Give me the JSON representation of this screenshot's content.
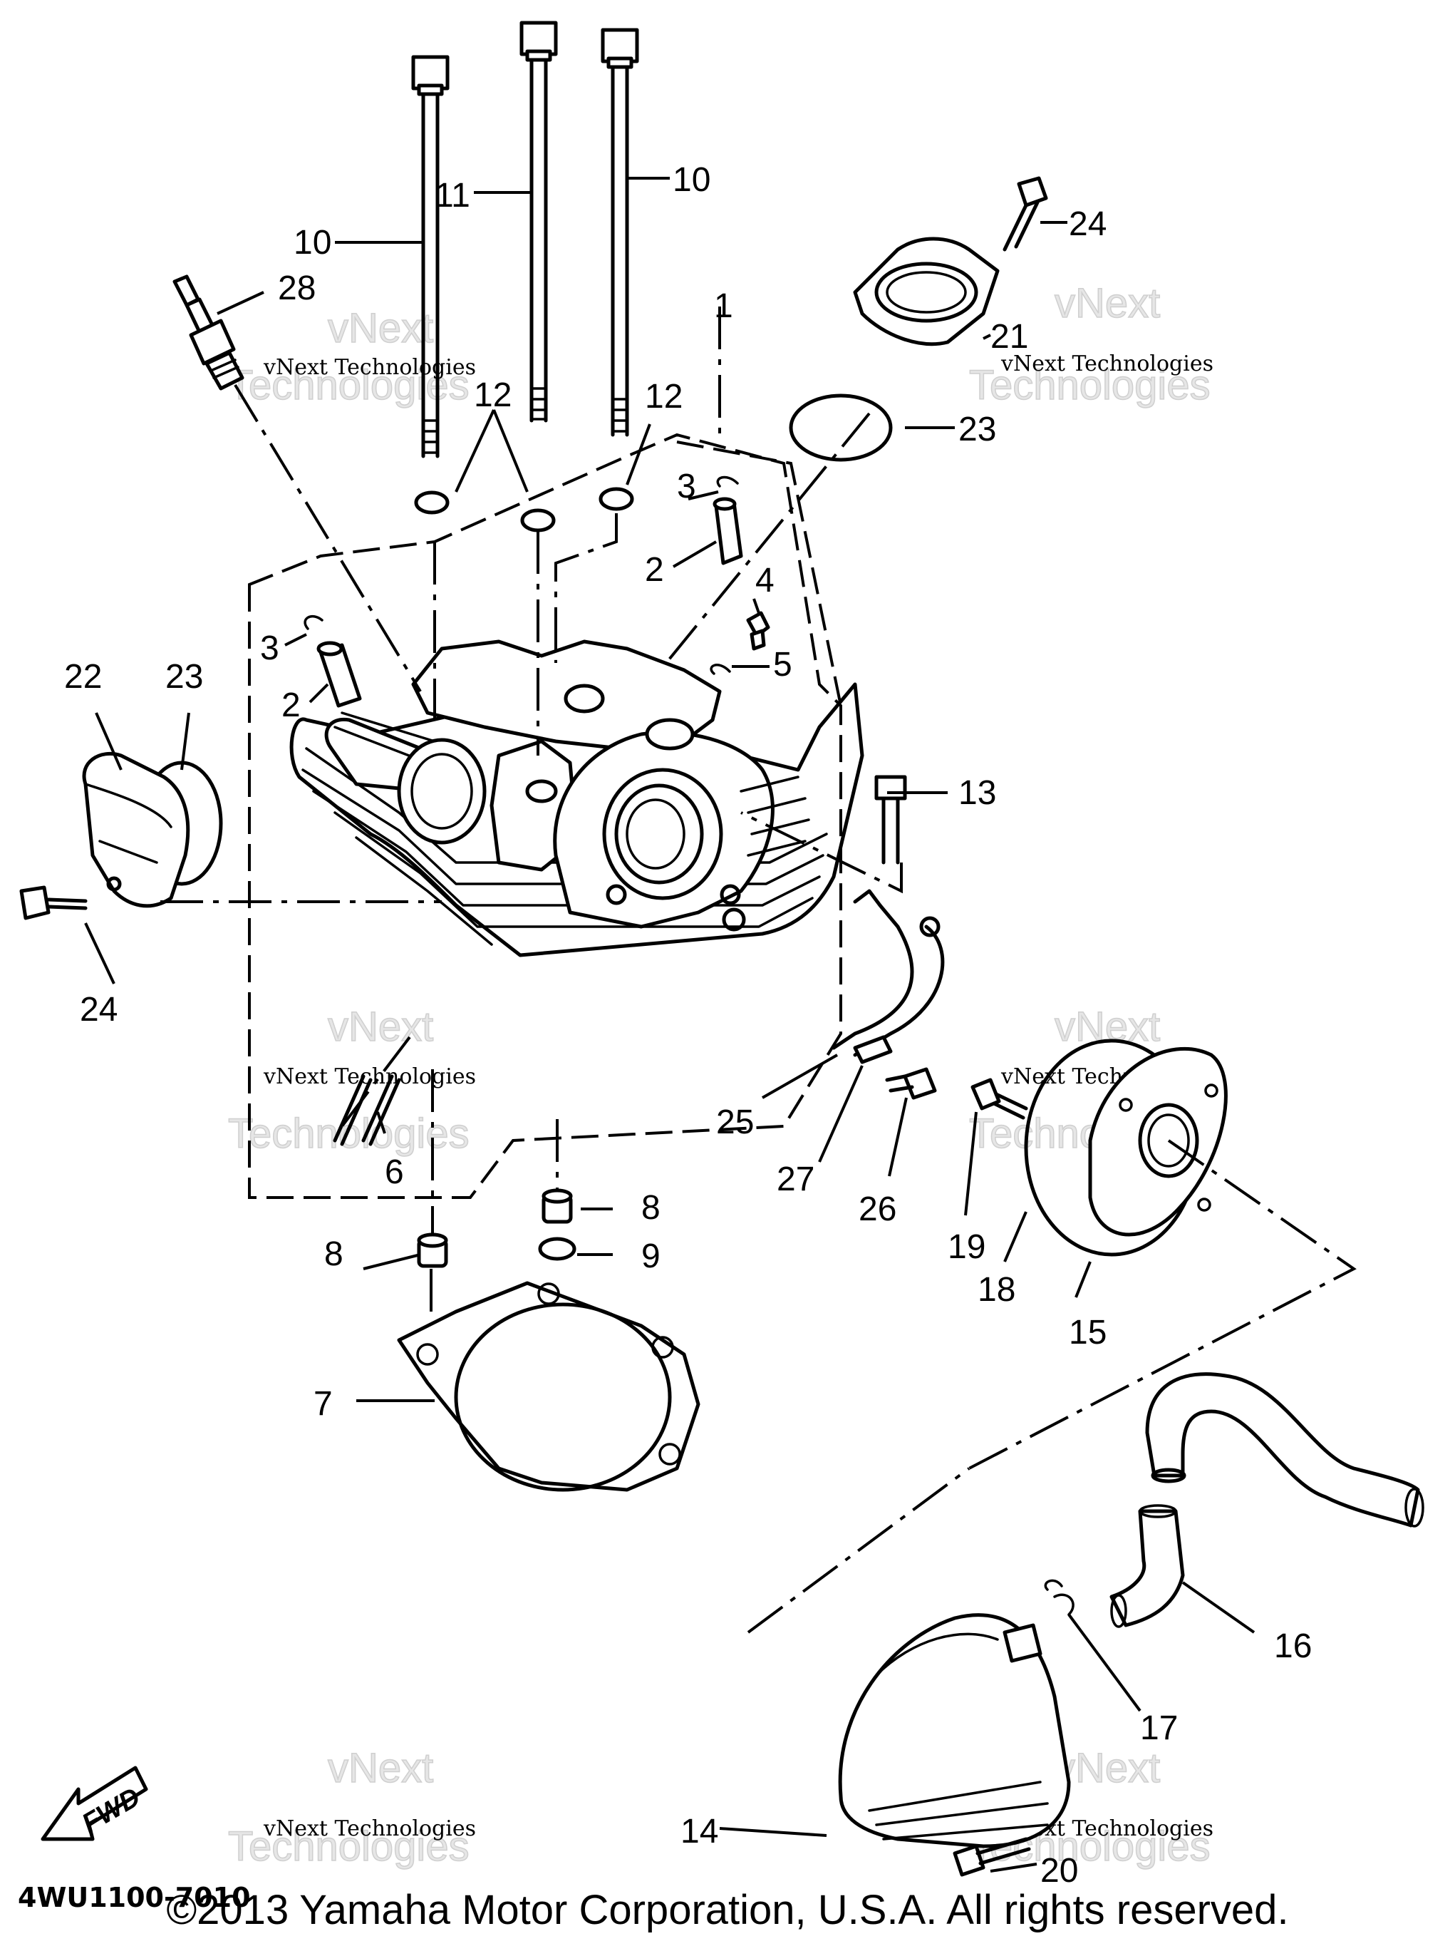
{
  "diagram": {
    "callouts": {
      "c10a": "10",
      "c10b": "10",
      "c11": "11",
      "c24a": "24",
      "c28": "28",
      "c12a": "12",
      "c12b": "12",
      "c21": "21",
      "c23a": "23",
      "c1": "1",
      "c3a": "3",
      "c2a": "2",
      "c4": "4",
      "c5": "5",
      "c3b": "3",
      "c2b": "2",
      "c22": "22",
      "c23b": "23",
      "c13": "13",
      "c24b": "24",
      "c25": "25",
      "c27": "27",
      "c26": "26",
      "c19": "19",
      "c6": "6",
      "c8a": "8",
      "c8b": "8",
      "c9": "9",
      "c18": "18",
      "c15": "15",
      "c7": "7",
      "c16": "16",
      "c17": "17",
      "c14": "14",
      "c20": "20"
    },
    "fwd_label": "FWD",
    "diagram_code": "4WU1100-7010",
    "watermark": {
      "line1": "vNext Technologies",
      "line2a": "vNext",
      "line2b": "Technologies"
    }
  },
  "footer": {
    "copyright": "©2013 Yamaha Motor Corporation, U.S.A. All rights reserved."
  },
  "colors": {
    "ink": "#000000",
    "background": "#ffffff",
    "watermark": "#e6e6e6"
  }
}
